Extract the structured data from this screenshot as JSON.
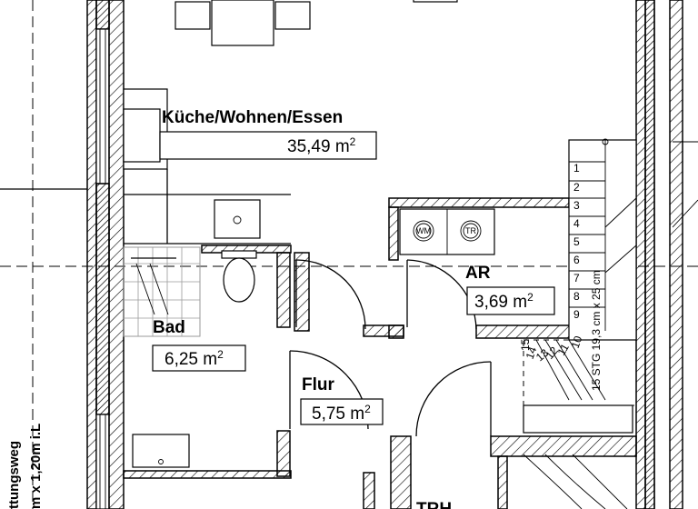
{
  "rooms": {
    "kitchen": {
      "name": "Küche/Wohnen/Essen",
      "area_value": "35,49 m",
      "area_unit_sup": "2"
    },
    "ar": {
      "name": "AR",
      "area_value": "3,69 m",
      "area_unit_sup": "2"
    },
    "bad": {
      "name": "Bad",
      "area_value": "6,25 m",
      "area_unit_sup": "2"
    },
    "flur": {
      "name": "Flur",
      "area_value": "5,75 m",
      "area_unit_sup": "2"
    },
    "trh": {
      "name": "TRH"
    }
  },
  "appliances": {
    "washer": "WM",
    "dryer": "TR"
  },
  "stairs": {
    "steps": [
      "1",
      "2",
      "3",
      "4",
      "5",
      "6",
      "7",
      "8",
      "9",
      "10",
      "11",
      "12",
      "13",
      "14",
      "15"
    ],
    "spec": "15 STG 19,3 cm x 25 cm"
  },
  "side_label": {
    "line1": "ttungsweg",
    "line2": "m x 1,20m i.L"
  }
}
